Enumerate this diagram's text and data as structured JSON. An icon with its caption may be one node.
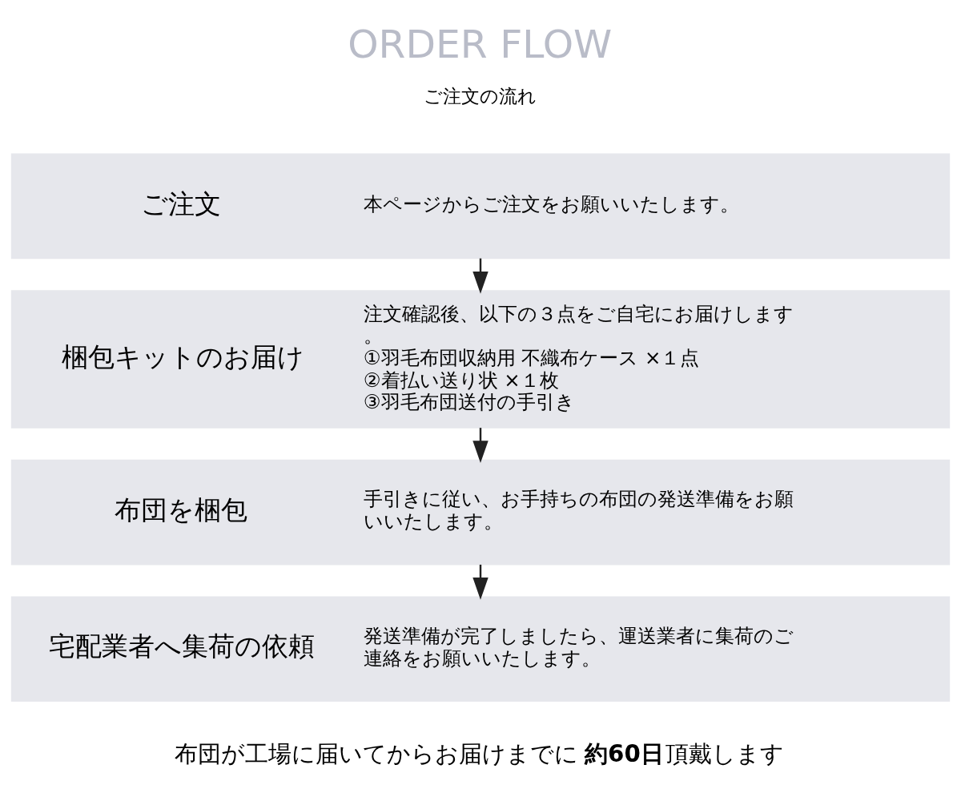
{
  "diagram": {
    "title": "ORDER FLOW",
    "caption": "布団が工場に届いてからお届けまでに**約60日**頂戴します",
    "nodes": [
      {
        "text": [
          "ご注文",
          "本ページからご注文をお願いいたします。"
        ]
      },
      {
        "text": [
          "梱包キットのお届け",
          "注文確認後、以下の３点をご自宅にお届けします。",
          "①羽毛布団収納用 不織布ケース ×１点",
          "②着払い送り状 ×１枚",
          "③羽毛布団送付の手引き"
        ]
      },
      {
        "text": [
          "布団を梱包",
          "手引きに従い、お手持ちの布団の発送準備をお願いいたします。"
        ]
      },
      {
        "text": [
          "宅配業者へ集荷の依頼",
          "発送準備が完了しましたら、運送業者に集荷のご連絡をお願いいたします。"
        ]
      }
    ],
    "edges": [
      {
        "from": 0,
        "to": 1,
        "arrow": "to"
      },
      {
        "from": 1,
        "to": 2,
        "arrow": "to"
      },
      {
        "from": 2,
        "to": 3,
        "arrow": "to"
      }
    ],
    "labels": [
      "ご注文の流れ"
    ]
  }
}
